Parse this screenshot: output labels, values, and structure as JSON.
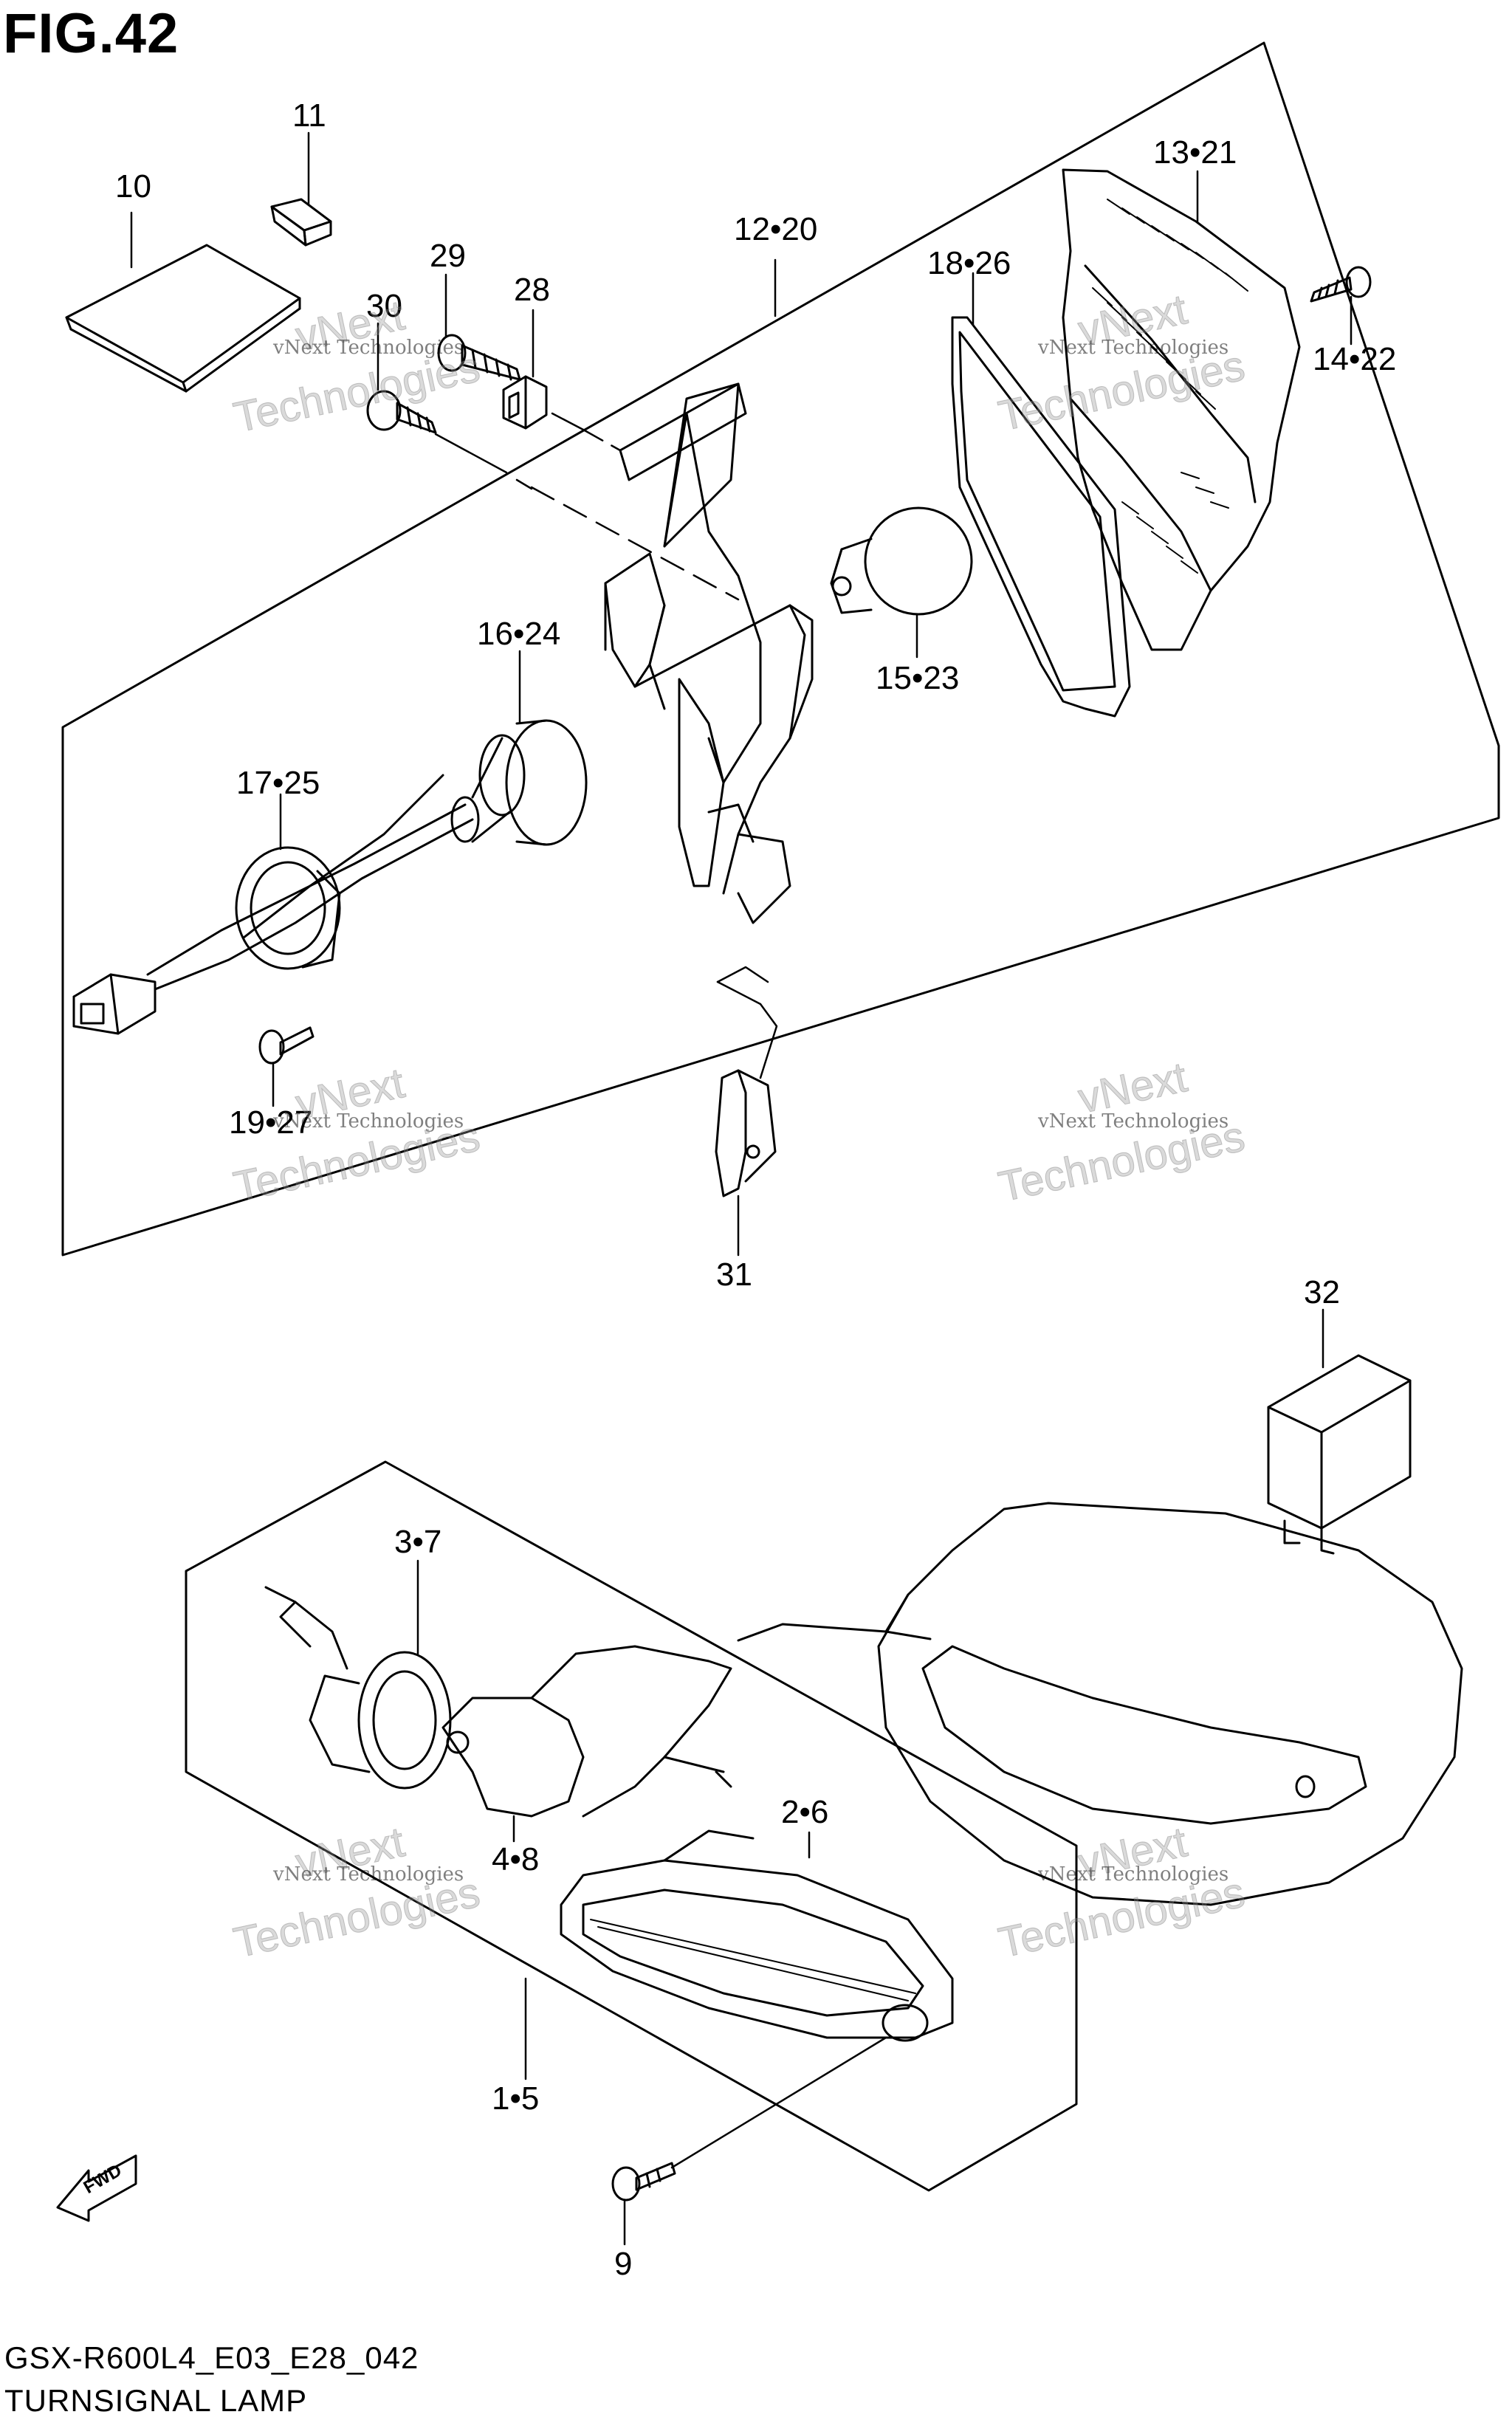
{
  "figure": {
    "title": "FIG.42",
    "model_code": "GSX-R600L4_E03_E28_042",
    "name": "TURNSIGNAL LAMP",
    "fwd_label": "FWD"
  },
  "callouts": {
    "c10": "10",
    "c11": "11",
    "c29": "29",
    "c30": "30",
    "c28": "28",
    "c12_20": "12•20",
    "c18_26": "18•26",
    "c13_21": "13•21",
    "c14_22": "14•22",
    "c15_23": "15•23",
    "c16_24": "16•24",
    "c17_25": "17•25",
    "c19_27": "19•27",
    "c31": "31",
    "c32": "32",
    "c3_7": "3•7",
    "c2_6": "2•6",
    "c4_8": "4•8",
    "c1_5": "1•5",
    "c9": "9"
  },
  "watermark": {
    "line1": "vNext",
    "line2": "vNext Technologies",
    "line3": "Technologies"
  }
}
